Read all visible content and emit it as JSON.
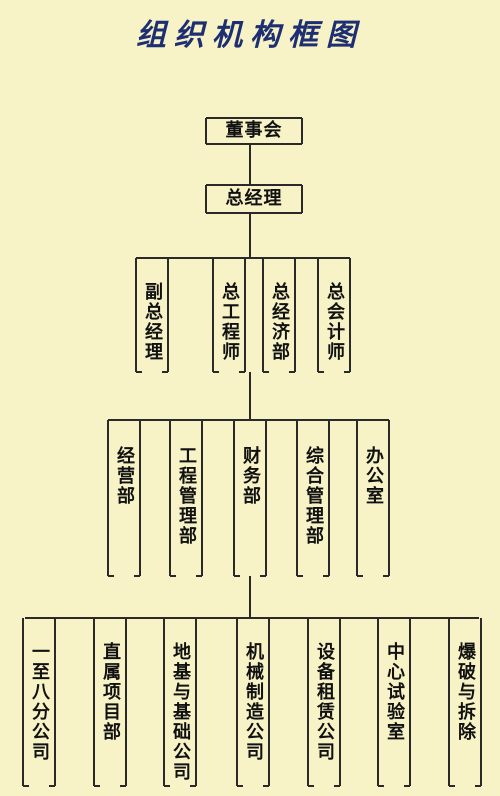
{
  "title": "组织机构框图",
  "colors": {
    "background": "#f7f3c6",
    "title": "#1d2f72",
    "lines": "#2a2a2a"
  },
  "root": "董事会",
  "gm": "总经理",
  "level2": [
    "副总经理",
    "总工程师",
    "总经济部",
    "总会计师"
  ],
  "level3": [
    "经营部",
    "工程管理部",
    "财务部",
    "综合管理部",
    "办公室"
  ],
  "level4": [
    "一至八分公司",
    "直属项目部",
    "地基与基础公司",
    "机械制造公司",
    "设备租赁公司",
    "中心试验室",
    "爆破与拆除"
  ]
}
